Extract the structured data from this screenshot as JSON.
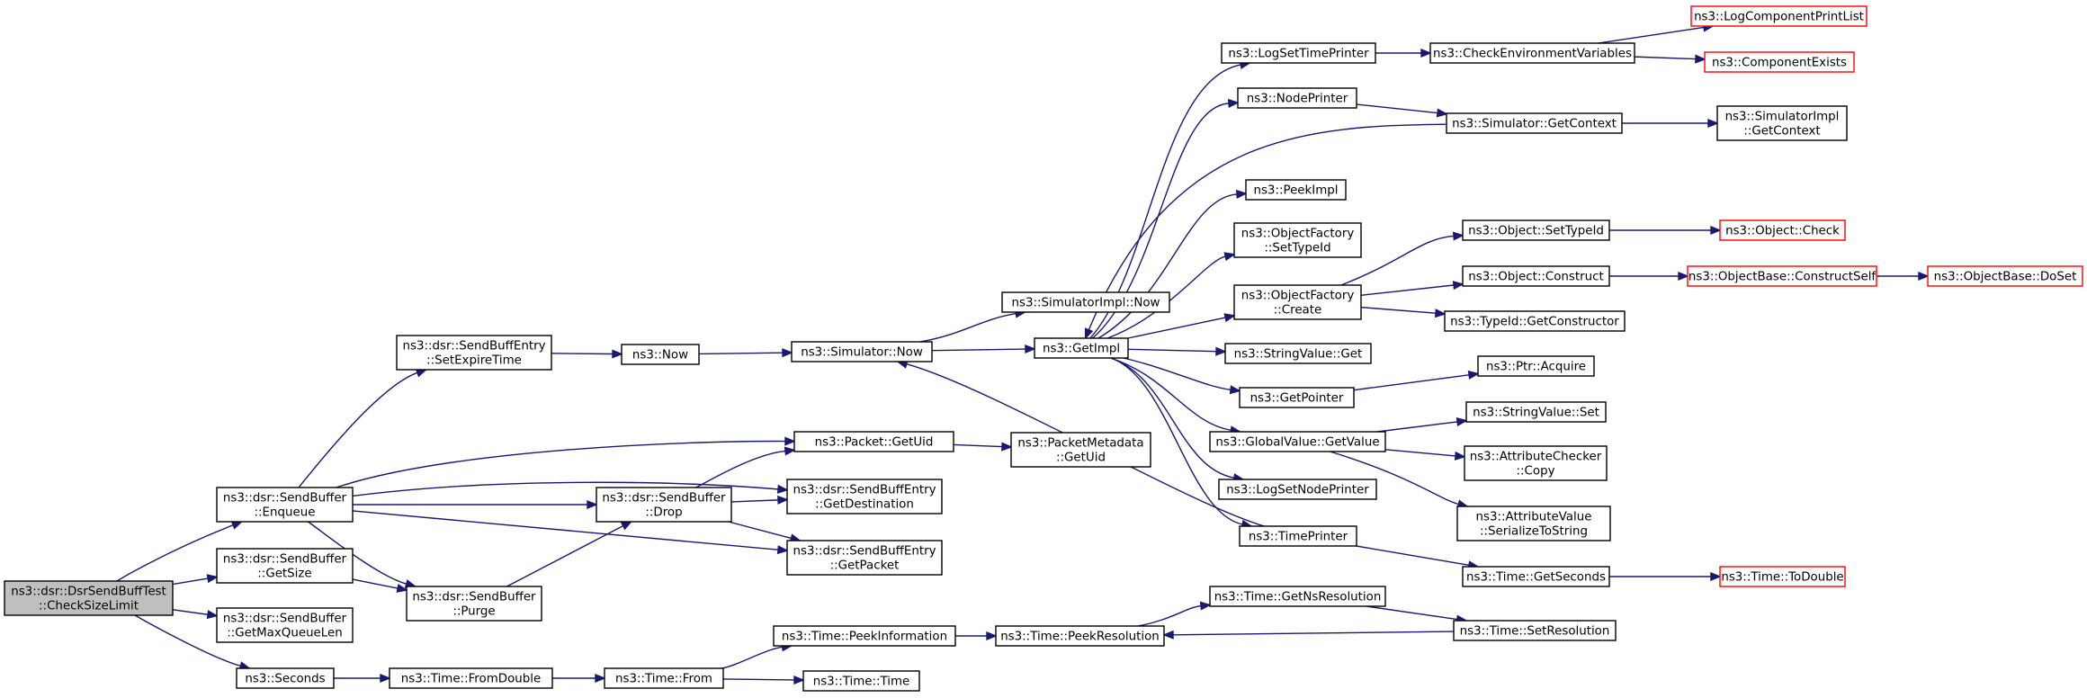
{
  "colors": {
    "edge": "#191970",
    "node_fill": "#ffffff",
    "node_border": "#000000",
    "external_border": "#ff0000",
    "root_fill": "#bfbfbf",
    "root_border": "#000000"
  },
  "nodes": [
    {
      "id": "root",
      "lines": [
        "ns3::dsr::DsrSendBuffTest",
        "::CheckSizeLimit"
      ],
      "kind": "root"
    },
    {
      "id": "enqueue",
      "lines": [
        "ns3::dsr::SendBuffer",
        "::Enqueue"
      ],
      "kind": "normal"
    },
    {
      "id": "getsize",
      "lines": [
        "ns3::dsr::SendBuffer",
        "::GetSize"
      ],
      "kind": "normal"
    },
    {
      "id": "getmaxqueue",
      "lines": [
        "ns3::dsr::SendBuffer",
        "::GetMaxQueueLen"
      ],
      "kind": "normal"
    },
    {
      "id": "seconds",
      "lines": [
        "ns3::Seconds"
      ],
      "kind": "normal"
    },
    {
      "id": "setexpire",
      "lines": [
        "ns3::dsr::SendBuffEntry",
        "::SetExpireTime"
      ],
      "kind": "normal"
    },
    {
      "id": "purge",
      "lines": [
        "ns3::dsr::SendBuffer",
        "::Purge"
      ],
      "kind": "normal"
    },
    {
      "id": "drop",
      "lines": [
        "ns3::dsr::SendBuffer",
        "::Drop"
      ],
      "kind": "normal"
    },
    {
      "id": "fromdouble",
      "lines": [
        "ns3::Time::FromDouble"
      ],
      "kind": "normal"
    },
    {
      "id": "now",
      "lines": [
        "ns3::Now"
      ],
      "kind": "normal"
    },
    {
      "id": "getuid",
      "lines": [
        "ns3::Packet::GetUid"
      ],
      "kind": "normal"
    },
    {
      "id": "getdest",
      "lines": [
        "ns3::dsr::SendBuffEntry",
        "::GetDestination"
      ],
      "kind": "normal"
    },
    {
      "id": "getpacket",
      "lines": [
        "ns3::dsr::SendBuffEntry",
        "::GetPacket"
      ],
      "kind": "normal"
    },
    {
      "id": "timefrom",
      "lines": [
        "ns3::Time::From"
      ],
      "kind": "normal"
    },
    {
      "id": "simnow",
      "lines": [
        "ns3::Simulator::Now"
      ],
      "kind": "normal"
    },
    {
      "id": "peekinfo",
      "lines": [
        "ns3::Time::PeekInformation"
      ],
      "kind": "normal"
    },
    {
      "id": "timetime",
      "lines": [
        "ns3::Time::Time"
      ],
      "kind": "normal"
    },
    {
      "id": "simimplnow",
      "lines": [
        "ns3::SimulatorImpl::Now"
      ],
      "kind": "normal"
    },
    {
      "id": "getimpl",
      "lines": [
        "ns3::GetImpl"
      ],
      "kind": "normal"
    },
    {
      "id": "pmgetuid",
      "lines": [
        "ns3::PacketMetadata",
        "::GetUid"
      ],
      "kind": "normal"
    },
    {
      "id": "peekres",
      "lines": [
        "ns3::Time::PeekResolution"
      ],
      "kind": "normal"
    },
    {
      "id": "logsettime",
      "lines": [
        "ns3::LogSetTimePrinter"
      ],
      "kind": "normal"
    },
    {
      "id": "nodeprinter",
      "lines": [
        "ns3::NodePrinter"
      ],
      "kind": "normal"
    },
    {
      "id": "peekimpl",
      "lines": [
        "ns3::PeekImpl"
      ],
      "kind": "normal"
    },
    {
      "id": "ofsettypeid",
      "lines": [
        "ns3::ObjectFactory",
        "::SetTypeId"
      ],
      "kind": "normal"
    },
    {
      "id": "ofcreate",
      "lines": [
        "ns3::ObjectFactory",
        "::Create"
      ],
      "kind": "normal"
    },
    {
      "id": "strvalget",
      "lines": [
        "ns3::StringValue::Get"
      ],
      "kind": "normal"
    },
    {
      "id": "getpointer",
      "lines": [
        "ns3::GetPointer"
      ],
      "kind": "normal"
    },
    {
      "id": "gvgetvalue",
      "lines": [
        "ns3::GlobalValue::GetValue"
      ],
      "kind": "normal"
    },
    {
      "id": "logsetnode",
      "lines": [
        "ns3::LogSetNodePrinter"
      ],
      "kind": "normal"
    },
    {
      "id": "timeprinter",
      "lines": [
        "ns3::TimePrinter"
      ],
      "kind": "normal"
    },
    {
      "id": "getnsres",
      "lines": [
        "ns3::Time::GetNsResolution"
      ],
      "kind": "normal"
    },
    {
      "id": "checkenv",
      "lines": [
        "ns3::CheckEnvironmentVariables"
      ],
      "kind": "normal"
    },
    {
      "id": "simgetctx",
      "lines": [
        "ns3::Simulator::GetContext"
      ],
      "kind": "normal"
    },
    {
      "id": "objsettypeid",
      "lines": [
        "ns3::Object::SetTypeId"
      ],
      "kind": "normal"
    },
    {
      "id": "objconstruct",
      "lines": [
        "ns3::Object::Construct"
      ],
      "kind": "normal"
    },
    {
      "id": "typeidgetctor",
      "lines": [
        "ns3::TypeId::GetConstructor"
      ],
      "kind": "normal"
    },
    {
      "id": "ptracquire",
      "lines": [
        "ns3::Ptr::Acquire"
      ],
      "kind": "normal"
    },
    {
      "id": "strvalset",
      "lines": [
        "ns3::StringValue::Set"
      ],
      "kind": "normal"
    },
    {
      "id": "attrcheckcopy",
      "lines": [
        "ns3::AttributeChecker",
        "::Copy"
      ],
      "kind": "normal"
    },
    {
      "id": "attrvalser",
      "lines": [
        "ns3::AttributeValue",
        "::SerializeToString"
      ],
      "kind": "normal"
    },
    {
      "id": "getseconds",
      "lines": [
        "ns3::Time::GetSeconds"
      ],
      "kind": "normal"
    },
    {
      "id": "setres",
      "lines": [
        "ns3::Time::SetResolution"
      ],
      "kind": "normal"
    },
    {
      "id": "logcomplist",
      "lines": [
        "ns3::LogComponentPrintList"
      ],
      "kind": "external"
    },
    {
      "id": "compexists",
      "lines": [
        "ns3::ComponentExists"
      ],
      "kind": "external"
    },
    {
      "id": "simimplctx",
      "lines": [
        "ns3::SimulatorImpl",
        "::GetContext"
      ],
      "kind": "normal"
    },
    {
      "id": "objcheck",
      "lines": [
        "ns3::Object::Check"
      ],
      "kind": "external"
    },
    {
      "id": "objbasector",
      "lines": [
        "ns3::ObjectBase::ConstructSelf"
      ],
      "kind": "external"
    },
    {
      "id": "todouble",
      "lines": [
        "ns3::Time::ToDouble"
      ],
      "kind": "external"
    },
    {
      "id": "objbasedoset",
      "lines": [
        "ns3::ObjectBase::DoSet"
      ],
      "kind": "external"
    }
  ],
  "edges": [
    [
      "root",
      "enqueue"
    ],
    [
      "root",
      "getsize"
    ],
    [
      "root",
      "getmaxqueue"
    ],
    [
      "root",
      "seconds"
    ],
    [
      "enqueue",
      "setexpire"
    ],
    [
      "enqueue",
      "getuid"
    ],
    [
      "enqueue",
      "getdest"
    ],
    [
      "enqueue",
      "drop"
    ],
    [
      "enqueue",
      "getpacket"
    ],
    [
      "enqueue",
      "purge"
    ],
    [
      "getsize",
      "purge"
    ],
    [
      "purge",
      "drop"
    ],
    [
      "drop",
      "getuid"
    ],
    [
      "drop",
      "getdest"
    ],
    [
      "drop",
      "getpacket"
    ],
    [
      "seconds",
      "fromdouble"
    ],
    [
      "fromdouble",
      "timefrom"
    ],
    [
      "timefrom",
      "peekinfo"
    ],
    [
      "timefrom",
      "timetime"
    ],
    [
      "setexpire",
      "now"
    ],
    [
      "now",
      "simnow"
    ],
    [
      "simnow",
      "simimplnow"
    ],
    [
      "simnow",
      "getimpl"
    ],
    [
      "getuid",
      "pmgetuid"
    ],
    [
      "peekinfo",
      "peekres"
    ],
    [
      "getimpl",
      "logsettime"
    ],
    [
      "getimpl",
      "nodeprinter"
    ],
    [
      "getimpl",
      "peekimpl"
    ],
    [
      "getimpl",
      "ofsettypeid"
    ],
    [
      "getimpl",
      "ofcreate"
    ],
    [
      "getimpl",
      "strvalget"
    ],
    [
      "getimpl",
      "getpointer"
    ],
    [
      "getimpl",
      "gvgetvalue"
    ],
    [
      "getimpl",
      "logsetnode"
    ],
    [
      "getimpl",
      "timeprinter"
    ],
    [
      "logsettime",
      "checkenv"
    ],
    [
      "checkenv",
      "logcomplist"
    ],
    [
      "checkenv",
      "compexists"
    ],
    [
      "nodeprinter",
      "simgetctx"
    ],
    [
      "simgetctx",
      "getimpl"
    ],
    [
      "simgetctx",
      "simimplctx"
    ],
    [
      "ofcreate",
      "objsettypeid"
    ],
    [
      "ofcreate",
      "objconstruct"
    ],
    [
      "ofcreate",
      "typeidgetctor"
    ],
    [
      "objsettypeid",
      "objcheck"
    ],
    [
      "objconstruct",
      "objbasector"
    ],
    [
      "objbasector",
      "objbasedoset"
    ],
    [
      "getpointer",
      "ptracquire"
    ],
    [
      "gvgetvalue",
      "strvalset"
    ],
    [
      "gvgetvalue",
      "attrcheckcopy"
    ],
    [
      "gvgetvalue",
      "attrvalser"
    ],
    [
      "timeprinter",
      "simnow"
    ],
    [
      "timeprinter",
      "getseconds"
    ],
    [
      "getseconds",
      "todouble"
    ],
    [
      "peekres",
      "getnsres"
    ],
    [
      "getnsres",
      "setres"
    ],
    [
      "setres",
      "peekres"
    ]
  ]
}
